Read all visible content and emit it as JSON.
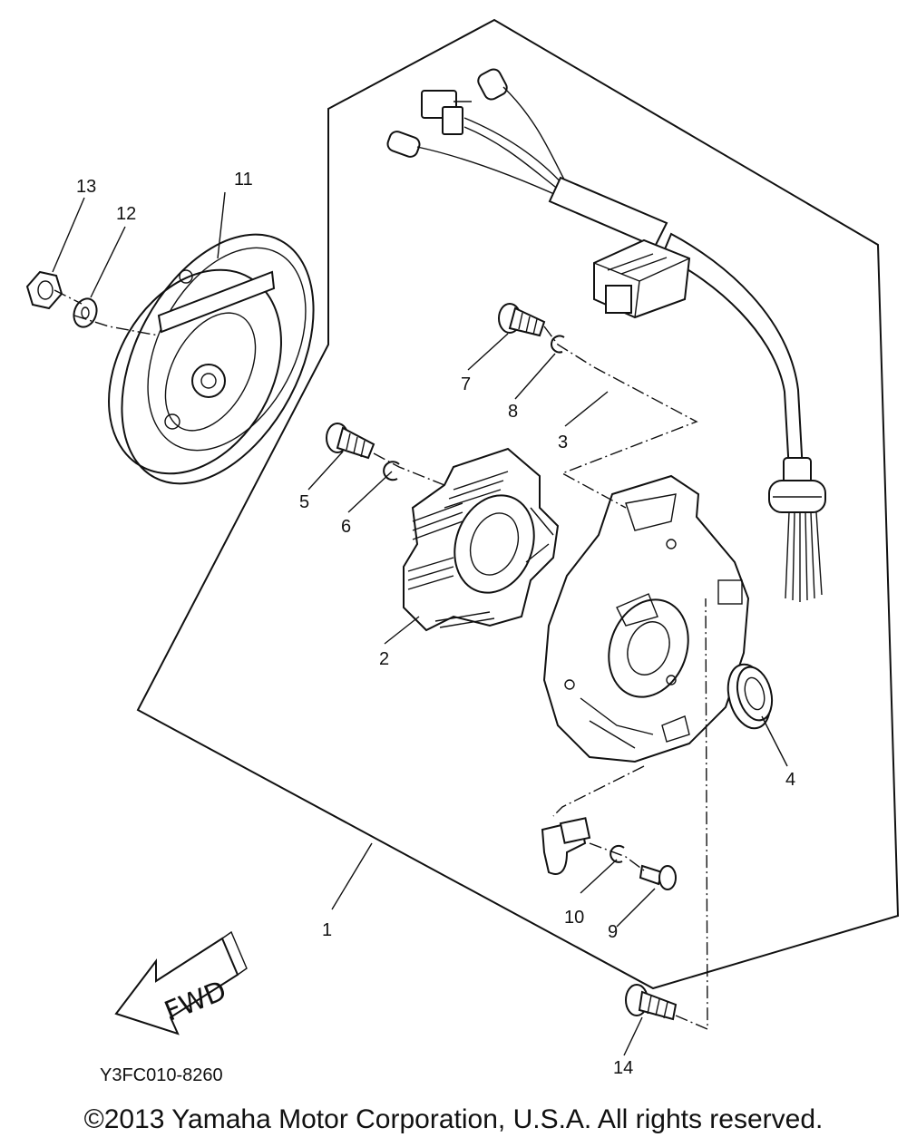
{
  "diagram": {
    "drawing_code": "Y3FC010-8260",
    "fwd_label": "FWD",
    "callouts": {
      "p1": "1",
      "p2": "2",
      "p3": "3",
      "p4": "4",
      "p5": "5",
      "p6": "6",
      "p7": "7",
      "p8": "8",
      "p9": "9",
      "p10": "10",
      "p11": "11",
      "p12": "12",
      "p13": "13",
      "p14": "14"
    }
  },
  "footer": {
    "copyright": "©2013 Yamaha Motor Corporation, U.S.A. All rights reserved."
  }
}
